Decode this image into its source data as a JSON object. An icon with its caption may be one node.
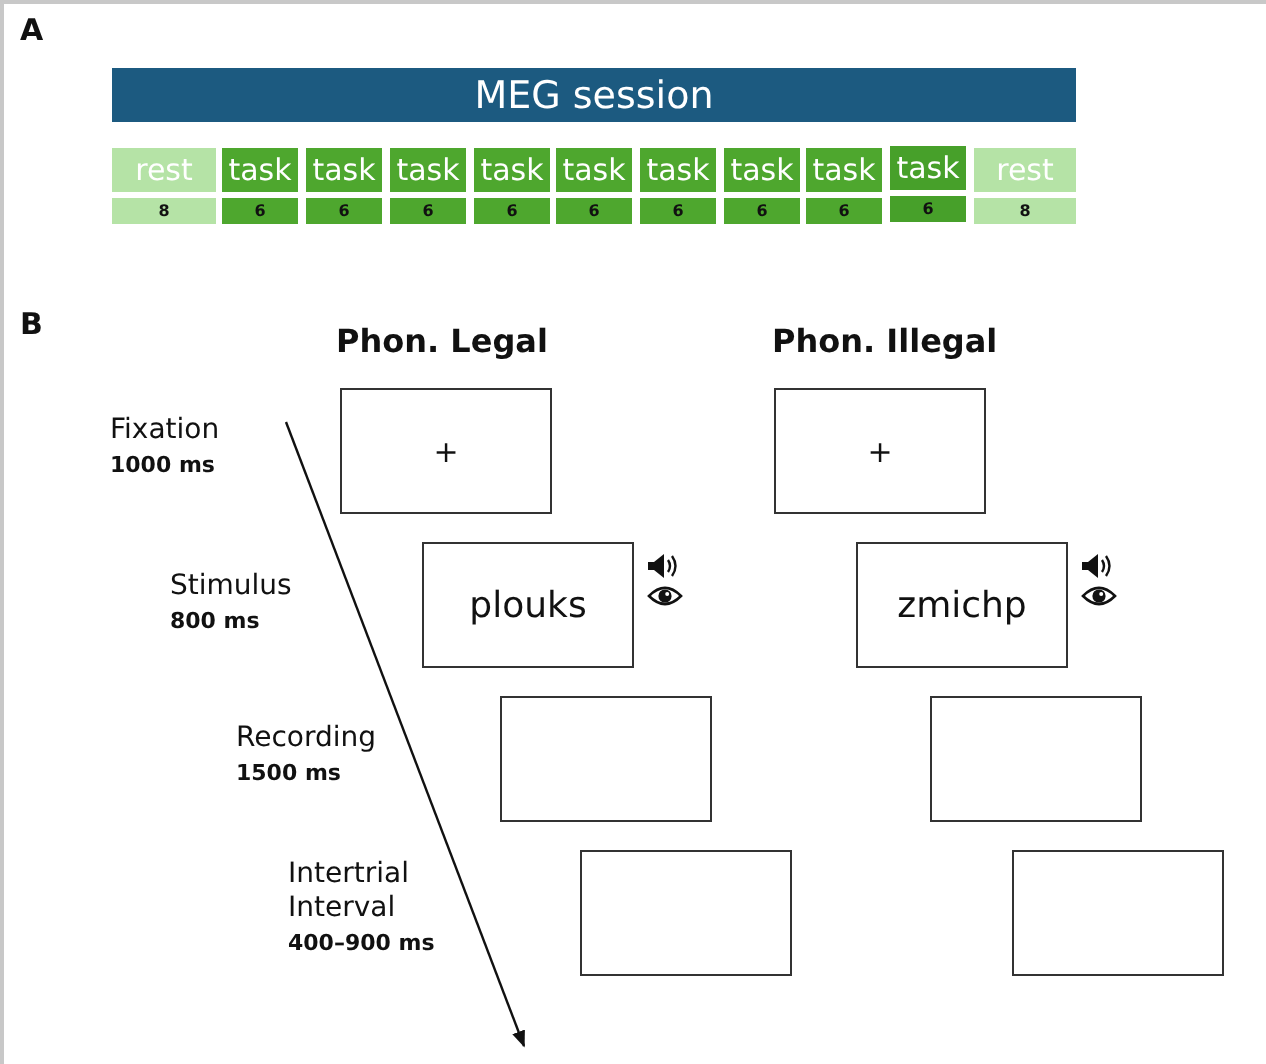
{
  "diagram": {
    "nodes": [
      {
        "text": [
          "MEG session"
        ]
      },
      {
        "text": [
          "rest",
          "8"
        ]
      },
      {
        "text": [
          "task",
          "6"
        ]
      },
      {
        "text": [
          "task",
          "6"
        ]
      },
      {
        "text": [
          "task",
          "6"
        ]
      },
      {
        "text": [
          "task",
          "6"
        ]
      },
      {
        "text": [
          "task",
          "6"
        ]
      },
      {
        "text": [
          "task",
          "6"
        ]
      },
      {
        "text": [
          "task",
          "6"
        ]
      },
      {
        "text": [
          "task",
          "6"
        ]
      },
      {
        "text": [
          "task",
          "6"
        ]
      },
      {
        "text": [
          "rest",
          "8"
        ]
      },
      {
        "text": [
          "+"
        ]
      },
      {
        "text": [
          "+"
        ]
      },
      {
        "text": [
          "plouks"
        ]
      },
      {
        "text": [
          "zmichp"
        ]
      },
      {
        "text": [],
        "shape": "box"
      },
      {
        "text": [],
        "shape": "box"
      },
      {
        "text": [],
        "shape": "box"
      },
      {
        "text": [],
        "shape": "box"
      }
    ],
    "edges": [],
    "labels": [
      "A",
      "B",
      "Phon. Legal",
      "Phon. Illegal",
      "Fixation",
      "1000 ms",
      "Stimulus",
      "800 ms",
      "Recording",
      "1500 ms",
      "Intertrial Interval",
      "400–900 ms"
    ]
  }
}
